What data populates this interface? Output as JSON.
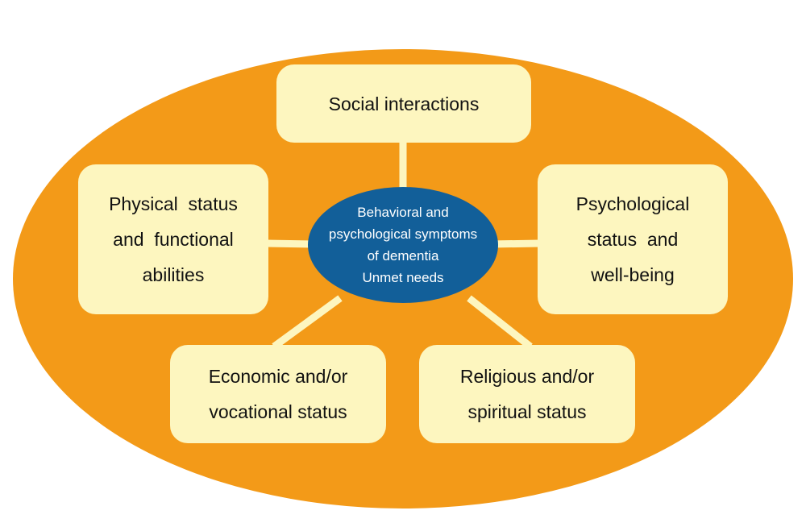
{
  "colors": {
    "outer_ellipse": "#f39a18",
    "box_fill": "#fdf6bf",
    "connector": "#fdf6bf",
    "hub_fill": "#125f99",
    "hub_text": "#ffffff",
    "box_text": "#111111"
  },
  "center": {
    "lines": [
      "Behavioral and",
      "psychological symptoms",
      "of dementia",
      "Unmet needs"
    ]
  },
  "nodes": {
    "social": {
      "lines": [
        "Social interactions"
      ]
    },
    "physical": {
      "lines": [
        "Physical  status",
        "and  functional",
        "abilities"
      ]
    },
    "psychological": {
      "lines": [
        "Psychological",
        "status  and",
        "well-being"
      ]
    },
    "economic": {
      "lines": [
        "Economic and/or",
        "vocational status"
      ]
    },
    "religious": {
      "lines": [
        "Religious and/or",
        "spiritual status"
      ]
    }
  }
}
